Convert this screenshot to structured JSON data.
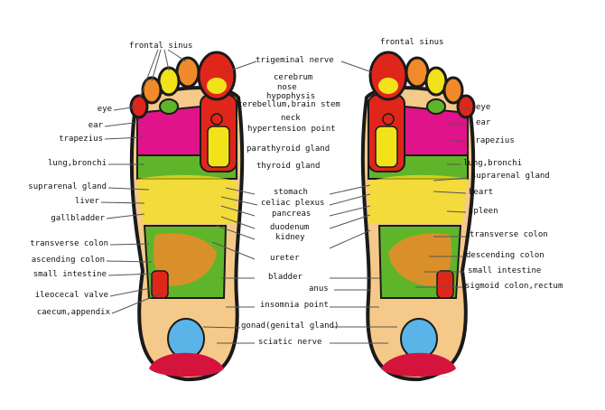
{
  "colors": {
    "outline": "#1a1a1a",
    "skin": "#f5c98a",
    "red": "#e0261a",
    "green": "#5fb52a",
    "yellow": "#f2e21a",
    "magenta": "#e0138a",
    "blue": "#5ab4e8",
    "orange": "#f08a2a",
    "crimson": "#d4143c"
  },
  "left_labels": {
    "frontal_sinus": "frontal sinus",
    "eye": "eye",
    "ear": "ear",
    "trapezius": "trapezius",
    "lung_bronchi": "lung,bronchi",
    "suprarenal_gland": "suprarenal gland",
    "liver": "liver",
    "gallbladder": "gallbladder",
    "transverse_colon": "transverse colon",
    "ascending_colon": "ascending colon",
    "small_intestine": "small intestine",
    "ileocecal_valve": "ileocecal valve",
    "caecum_appendix": "caecum,appendix"
  },
  "center_labels": {
    "trigeminal_nerve": "trigeminal nerve",
    "cerebrum": "cerebrum",
    "nose": "nose",
    "hypophysis": "hypophysis",
    "cerebellum_brain_stem": "cerebellum,brain stem",
    "neck": "neck",
    "hypertension_point": "hypertension point",
    "parathyroid_gland": "parathyroid gland",
    "thyroid_gland": "thyroid gland",
    "stomach": "stomach",
    "celiac_plexus": "celiac plexus",
    "pancreas": "pancreas",
    "duodenum": "duodenum",
    "kidney": "kidney",
    "ureter": "ureter",
    "bladder": "bladder",
    "anus": "anus",
    "insomnia_point": "insomnia point",
    "gonad": "gonad(genital gland)",
    "sciatic_nerve": "sciatic nerve"
  },
  "right_labels": {
    "frontal_sinus": "frontal sinus",
    "eye": "eye",
    "ear": "ear",
    "trapezius": "trapezius",
    "lung_bronchi": "lung,bronchi",
    "suprarenal_gland": "suprarenal gland",
    "heart": "heart",
    "spleen": "spleen",
    "transverse_colon": "transverse colon",
    "descending_colon": "descending colon",
    "small_intestine": "small intestine",
    "sigmoid_colon_rectum": "sigmoid colon,rectum"
  }
}
